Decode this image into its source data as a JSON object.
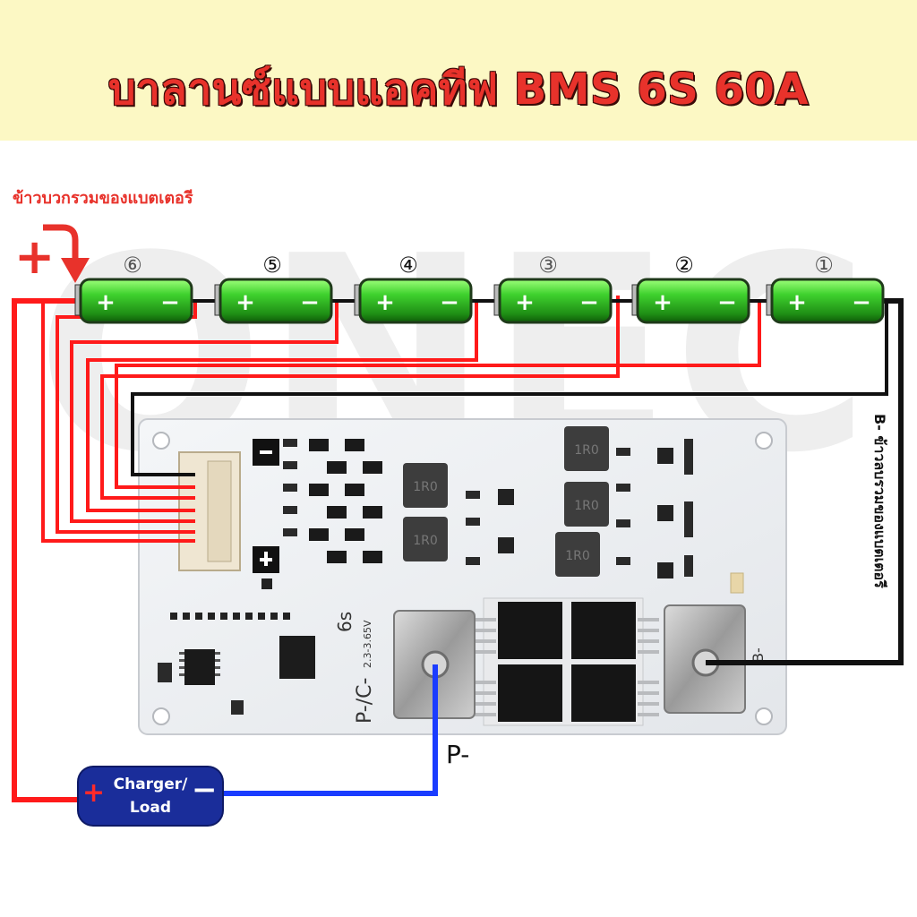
{
  "header": {
    "title": "บาลานซ์แบบแอคทีฟ BMS 6S 60A"
  },
  "labels": {
    "battery_plus_text": "ข้าวบวกรวมของแบตเตอรี",
    "plus_symbol": "+",
    "p_minus": "P-",
    "b_minus_text": "B- ข้าวลบรวมของแบตเตอรี",
    "load_label_line1": "Charger/",
    "load_label_line2": "Load",
    "load_plus": "+",
    "load_minus": "−",
    "pcb_6s": "6s",
    "pcb_voltage": "2.3-3.65V",
    "pcb_pc": "P-/C-",
    "pcb_b": "B-",
    "watermark": "ONEC"
  },
  "cells": [
    {
      "number": "⑥",
      "plus": "+",
      "minus": "−"
    },
    {
      "number": "⑤",
      "plus": "+",
      "minus": "−"
    },
    {
      "number": "④",
      "plus": "+",
      "minus": "−"
    },
    {
      "number": "③",
      "plus": "+",
      "minus": "−"
    },
    {
      "number": "②",
      "plus": "+",
      "minus": "−"
    },
    {
      "number": "①",
      "plus": "+",
      "minus": "−"
    }
  ],
  "inductors": [
    "1R0",
    "1R0",
    "1R0",
    "1R0",
    "1R0"
  ],
  "colors": {
    "title": "#e8322b",
    "banner_bg": "#fcf8c4",
    "wire_positive": "#ff1a1a",
    "wire_negative": "#111111",
    "wire_p_minus": "#1a3cff",
    "cell_green": "#3fd12e",
    "load_box": "#1a2d9a"
  }
}
